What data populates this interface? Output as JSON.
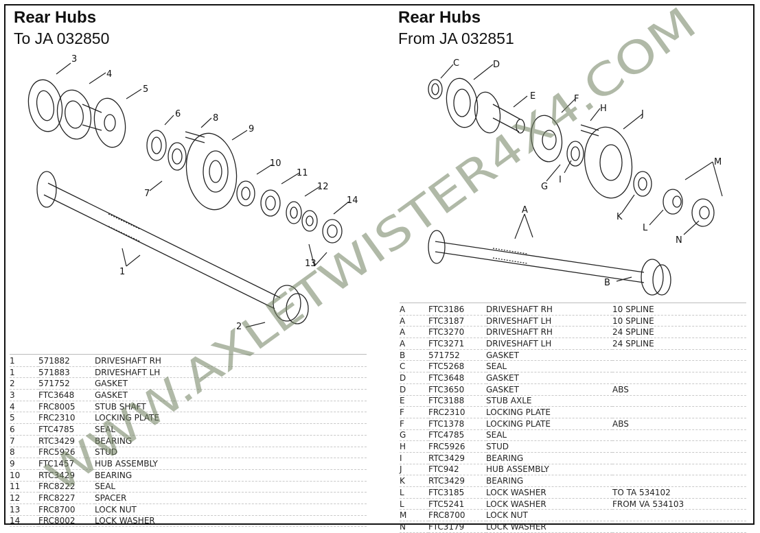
{
  "left": {
    "title": "Rear Hubs",
    "subtitle": "To JA 032850",
    "callouts": [
      "3",
      "4",
      "5",
      "6",
      "8",
      "9",
      "7",
      "10",
      "11",
      "12",
      "14",
      "1",
      "13",
      "2"
    ],
    "parts": [
      {
        "ref": "1",
        "part": "571882",
        "desc": "DRIVESHAFT RH"
      },
      {
        "ref": "1",
        "part": "571883",
        "desc": "DRIVESHAFT LH"
      },
      {
        "ref": "2",
        "part": "571752",
        "desc": "GASKET"
      },
      {
        "ref": "3",
        "part": "FTC3648",
        "desc": "GASKET"
      },
      {
        "ref": "4",
        "part": "FRC8005",
        "desc": "STUB SHAFT"
      },
      {
        "ref": "5",
        "part": "FRC2310",
        "desc": "LOCKING PLATE"
      },
      {
        "ref": "6",
        "part": "FTC4785",
        "desc": "SEAL"
      },
      {
        "ref": "7",
        "part": "RTC3429",
        "desc": "BEARING"
      },
      {
        "ref": "8",
        "part": "FRC5926",
        "desc": "STUD"
      },
      {
        "ref": "9",
        "part": "FTC1457",
        "desc": "HUB ASSEMBLY"
      },
      {
        "ref": "10",
        "part": "RTC3429",
        "desc": "BEARING"
      },
      {
        "ref": "11",
        "part": "FRC8222",
        "desc": "SEAL"
      },
      {
        "ref": "12",
        "part": "FRC8227",
        "desc": "SPACER"
      },
      {
        "ref": "13",
        "part": "FRC8700",
        "desc": "LOCK NUT"
      },
      {
        "ref": "14",
        "part": "FRC8002",
        "desc": "LOCK WASHER"
      }
    ]
  },
  "right": {
    "title": "Rear Hubs",
    "subtitle": "From JA 032851",
    "callouts": [
      "C",
      "D",
      "E",
      "F",
      "H",
      "J",
      "G",
      "I",
      "M",
      "K",
      "L",
      "N",
      "A",
      "B"
    ],
    "parts": [
      {
        "ref": "A",
        "part": "FTC3186",
        "desc": "DRIVESHAFT RH",
        "note": "10 SPLINE"
      },
      {
        "ref": "A",
        "part": "FTC3187",
        "desc": "DRIVESHAFT LH",
        "note": "10 SPLINE"
      },
      {
        "ref": "A",
        "part": "FTC3270",
        "desc": "DRIVESHAFT RH",
        "note": "24 SPLINE"
      },
      {
        "ref": "A",
        "part": "FTC3271",
        "desc": "DRIVESHAFT LH",
        "note": "24 SPLINE"
      },
      {
        "ref": "B",
        "part": "571752",
        "desc": "GASKET",
        "note": ""
      },
      {
        "ref": "C",
        "part": "FTC5268",
        "desc": "SEAL",
        "note": ""
      },
      {
        "ref": "D",
        "part": "FTC3648",
        "desc": "GASKET",
        "note": ""
      },
      {
        "ref": "D",
        "part": "FTC3650",
        "desc": "GASKET",
        "note": "ABS"
      },
      {
        "ref": "E",
        "part": "FTC3188",
        "desc": "STUB AXLE",
        "note": ""
      },
      {
        "ref": "F",
        "part": "FRC2310",
        "desc": "LOCKING PLATE",
        "note": ""
      },
      {
        "ref": "F",
        "part": "FTC1378",
        "desc": "LOCKING PLATE",
        "note": "ABS"
      },
      {
        "ref": "G",
        "part": "FTC4785",
        "desc": "SEAL",
        "note": ""
      },
      {
        "ref": "H",
        "part": "FRC5926",
        "desc": "STUD",
        "note": ""
      },
      {
        "ref": "I",
        "part": "RTC3429",
        "desc": "BEARING",
        "note": ""
      },
      {
        "ref": "J",
        "part": "FTC942",
        "desc": "HUB ASSEMBLY",
        "note": ""
      },
      {
        "ref": "K",
        "part": "RTC3429",
        "desc": "BEARING",
        "note": ""
      },
      {
        "ref": "L",
        "part": "FTC3185",
        "desc": "LOCK WASHER",
        "note": "TO TA 534102"
      },
      {
        "ref": "L",
        "part": "FTC5241",
        "desc": "LOCK WASHER",
        "note": "FROM VA 534103"
      },
      {
        "ref": "M",
        "part": "FRC8700",
        "desc": "LOCK NUT",
        "note": ""
      },
      {
        "ref": "N",
        "part": "FTC3179",
        "desc": "LOCK WASHER",
        "note": ""
      }
    ]
  },
  "watermark": "WWW.AXLETWISTER4X4.COM"
}
